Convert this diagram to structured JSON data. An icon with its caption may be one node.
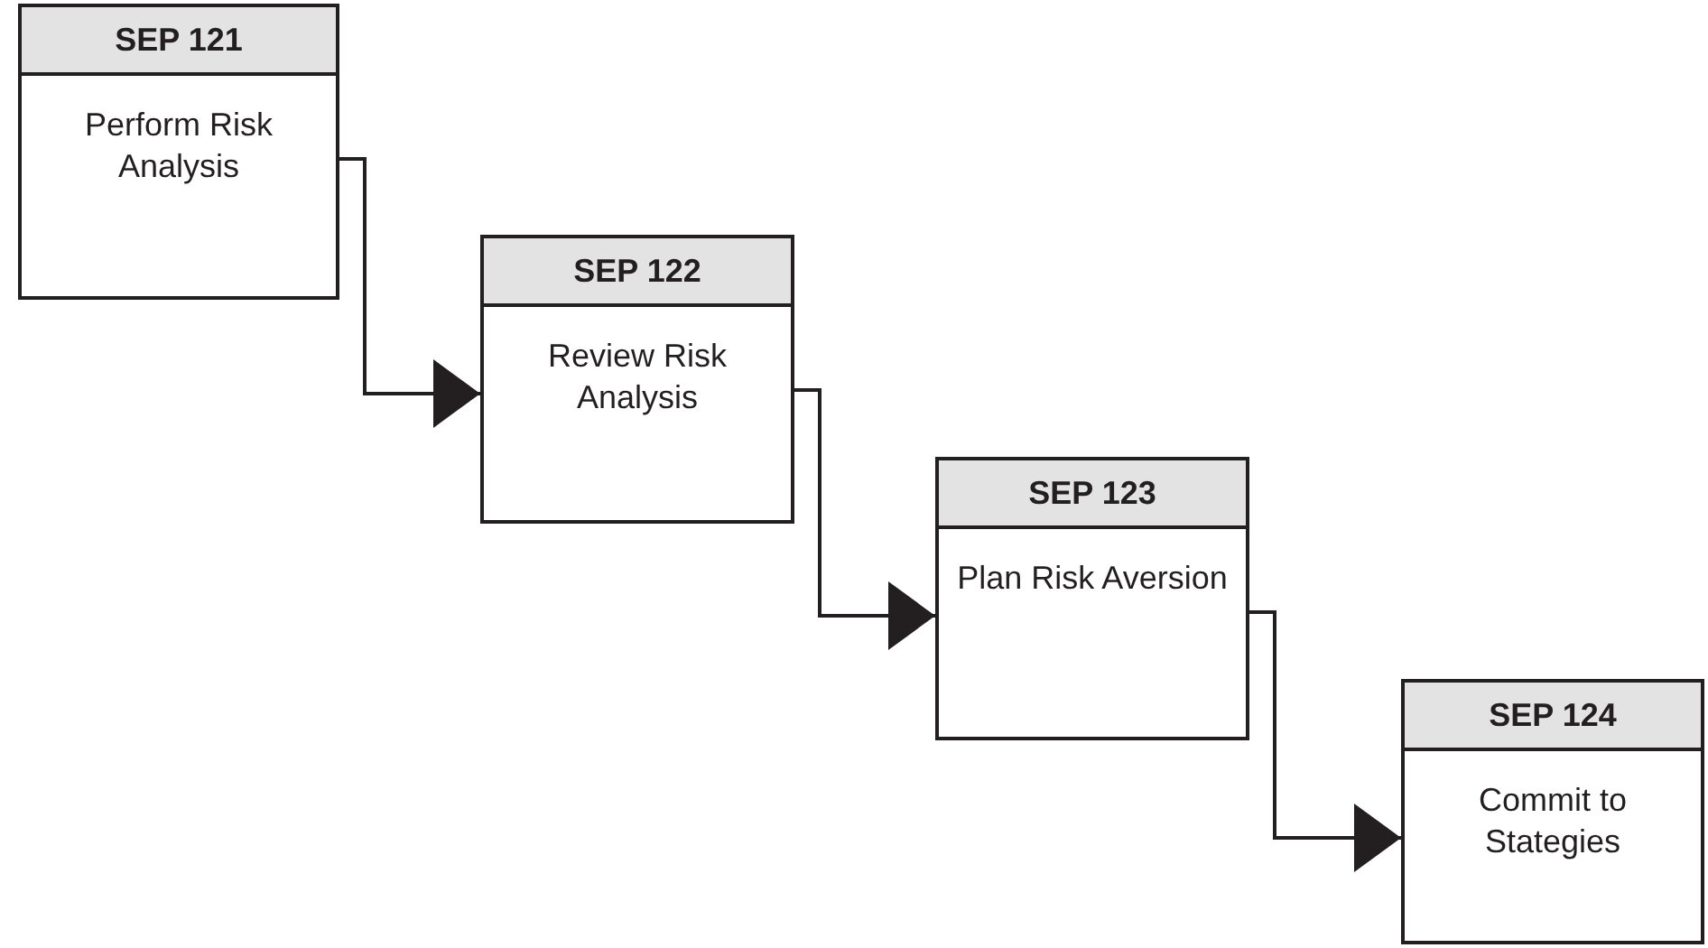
{
  "diagram": {
    "nodes": [
      {
        "text": [
          "SEP 121",
          "Perform Risk Analysis"
        ]
      },
      {
        "text": [
          "SEP 122",
          "Review Risk Analysis"
        ]
      },
      {
        "text": [
          "SEP 123",
          "Plan Risk Aversion"
        ]
      },
      {
        "text": [
          "SEP 124",
          "Commit to Stategies"
        ]
      }
    ],
    "edges": [
      {
        "from": 0,
        "to": 1,
        "arrow": "to"
      },
      {
        "from": 1,
        "to": 2,
        "arrow": "to"
      },
      {
        "from": 2,
        "to": 3,
        "arrow": "to"
      }
    ]
  }
}
